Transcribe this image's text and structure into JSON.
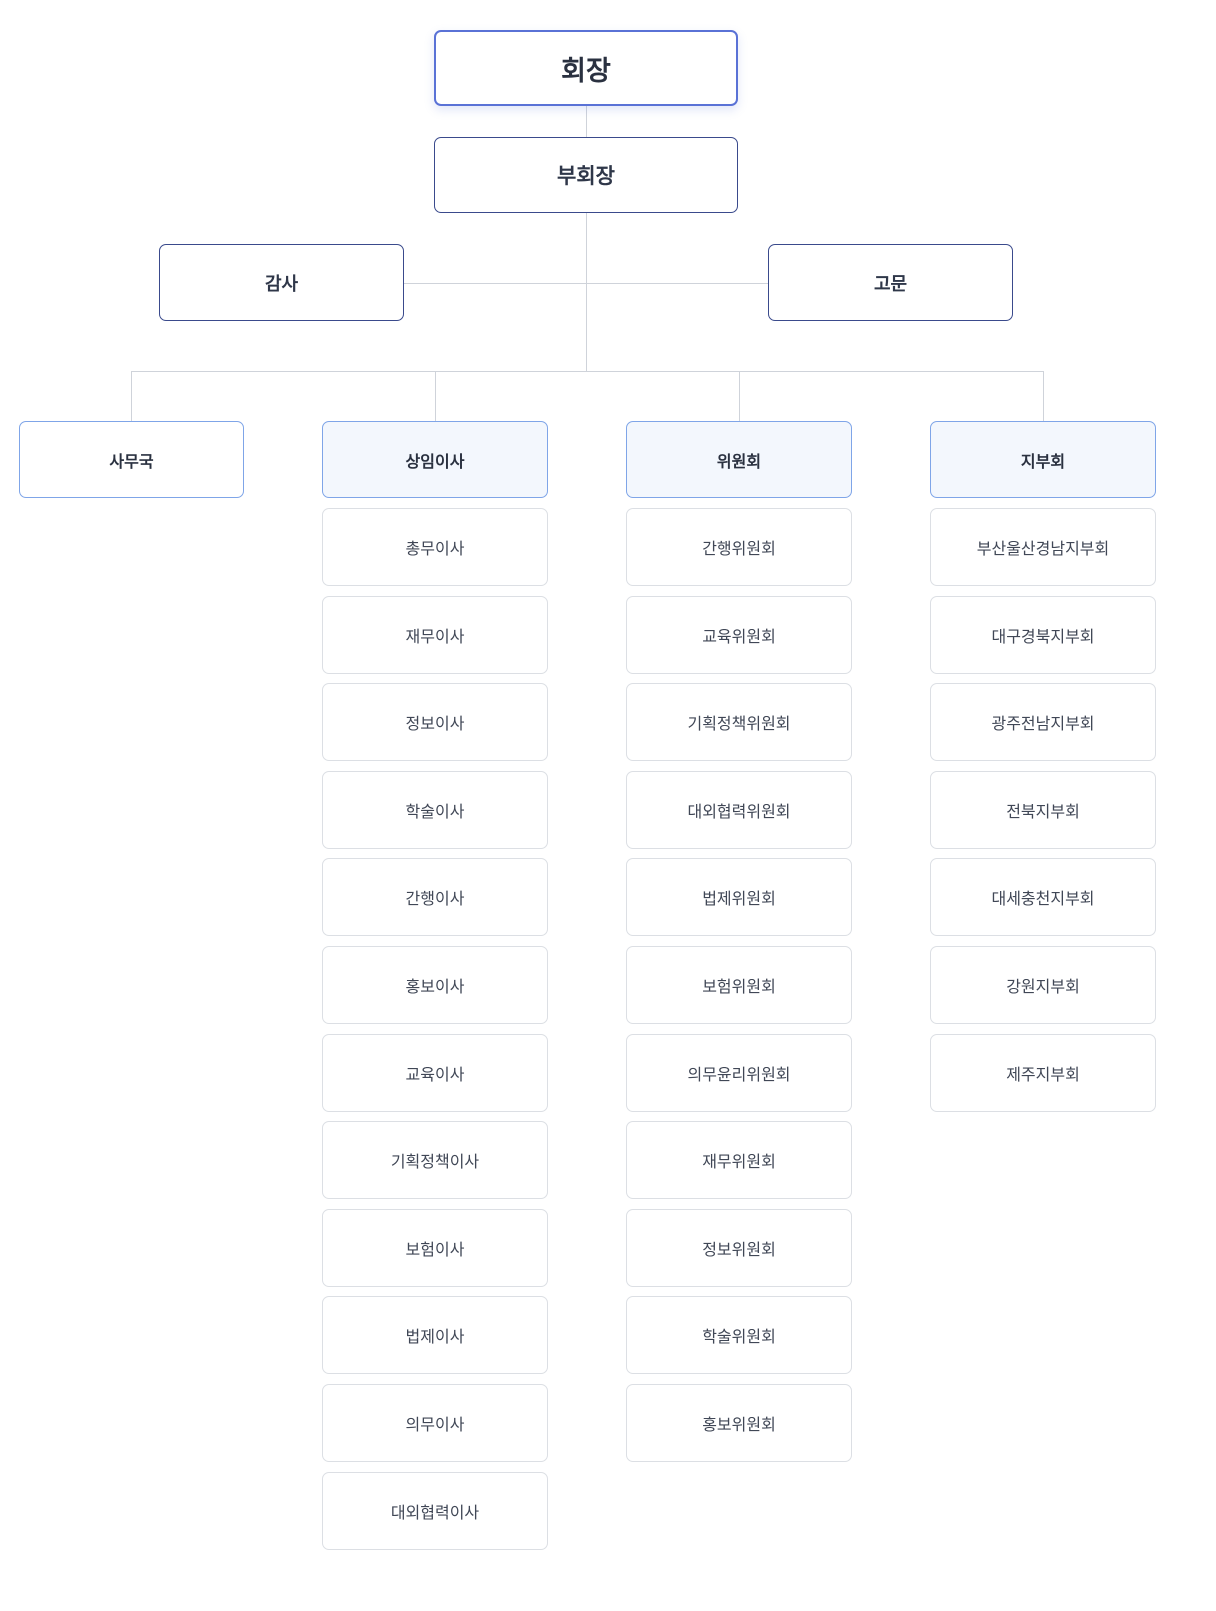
{
  "chairman": "회장",
  "vice_chairman": "부회장",
  "auditor": "감사",
  "advisor": "고문",
  "departments": [
    {
      "label": "사무국",
      "items": []
    },
    {
      "label": "상임이사",
      "items": [
        "총무이사",
        "재무이사",
        "정보이사",
        "학술이사",
        "간행이사",
        "홍보이사",
        "교육이사",
        "기획정책이사",
        "보험이사",
        "법제이사",
        "의무이사",
        "대외협력이사"
      ]
    },
    {
      "label": "위원회",
      "items": [
        "간행위원회",
        "교육위원회",
        "기획정책위원회",
        "대외협력위원회",
        "법제위원회",
        "보험위원회",
        "의무윤리위원회",
        "재무위원회",
        "정보위원회",
        "학술위원회",
        "홍보위원회"
      ]
    },
    {
      "label": "지부회",
      "items": [
        "부산울산경남지부회",
        "대구경북지부회",
        "광주전남지부회",
        "전북지부회",
        "대세충천지부회",
        "강원지부회",
        "제주지부회"
      ]
    }
  ]
}
